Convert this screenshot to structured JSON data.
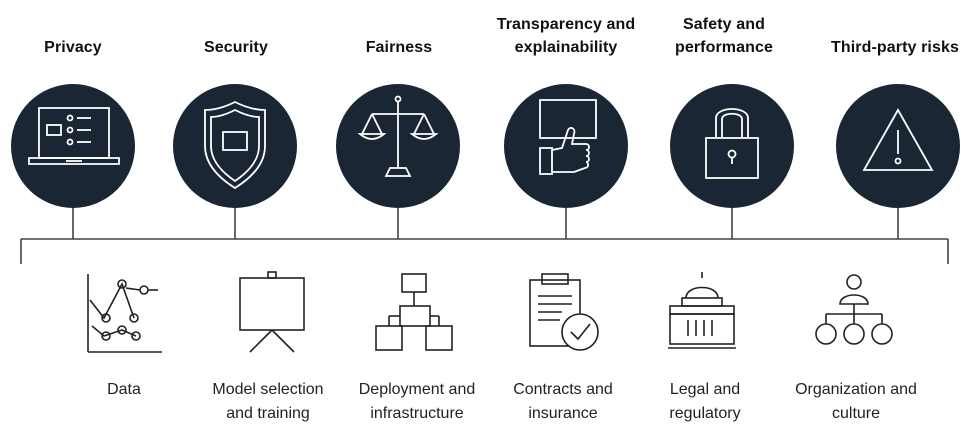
{
  "risks": [
    {
      "label": "Privacy",
      "icon": "laptop-checklist-icon"
    },
    {
      "label": "Security",
      "icon": "shield-icon"
    },
    {
      "label": "Fairness",
      "icon": "scales-icon"
    },
    {
      "label": "Transparency and explainability",
      "icon": "thumbs-up-icon"
    },
    {
      "label": "Safety and performance",
      "icon": "padlock-icon"
    },
    {
      "label": "Third-party risks",
      "icon": "warning-triangle-icon"
    }
  ],
  "areas": [
    {
      "label_line1": "Data",
      "label_line2": "",
      "icon": "scatter-plot-icon"
    },
    {
      "label_line1": "Model selection",
      "label_line2": "and training",
      "icon": "easel-icon"
    },
    {
      "label_line1": "Deployment and",
      "label_line2": "infrastructure",
      "icon": "hierarchy-icon"
    },
    {
      "label_line1": "Contracts and",
      "label_line2": "insurance",
      "icon": "clipboard-check-icon"
    },
    {
      "label_line1": "Legal and",
      "label_line2": "regulatory",
      "icon": "government-building-icon"
    },
    {
      "label_line1": "Organization and",
      "label_line2": "culture",
      "icon": "org-chart-icon"
    }
  ],
  "colors": {
    "circle_fill": "#1a2633",
    "icon_stroke_light": "#ffffff",
    "line": "#444444"
  }
}
